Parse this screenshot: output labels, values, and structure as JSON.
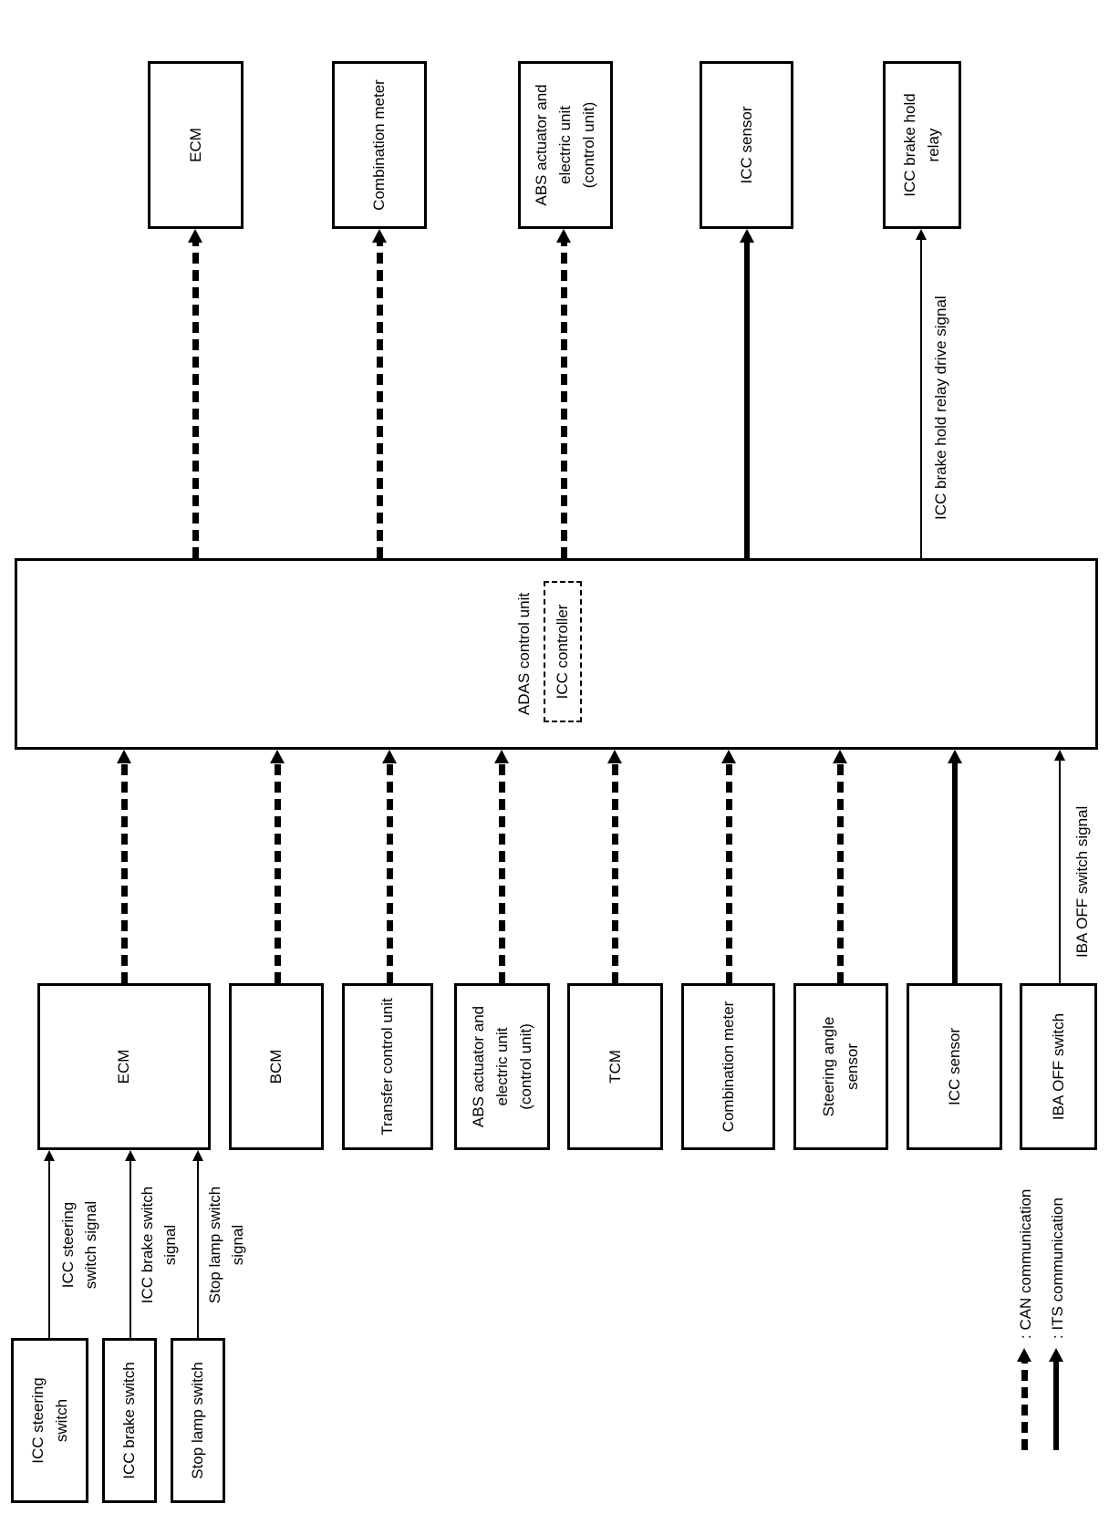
{
  "nodes": {
    "switches": [
      "ICC steering\nswitch",
      "ICC brake switch",
      "Stop lamp switch"
    ],
    "left_column": [
      "ECM",
      "BCM",
      "Transfer control unit",
      "ABS actuator and\nelectric unit\n(control unit)",
      "TCM",
      "Combination meter",
      "Steering angle\nsensor",
      "ICC sensor",
      "IBA OFF switch"
    ],
    "adas": {
      "label": "ADAS control unit",
      "controller": "ICC controller"
    },
    "right_column": [
      "ECM",
      "Combination meter",
      "ABS actuator and\nelectric unit\n(control unit)",
      "ICC sensor",
      "ICC brake hold\nrelay"
    ]
  },
  "signals": {
    "switch_signals": [
      "ICC steering\nswitch signal",
      "ICC brake switch\nsignal",
      "Stop lamp switch\nsignal"
    ],
    "iba_off": "IBA OFF switch signal",
    "brake_hold": "ICC brake hold relay drive signal"
  },
  "legend": {
    "can": ": CAN communication",
    "its": ": ITS communication"
  },
  "colors": {
    "ink": "#000000",
    "paper": "#ffffff"
  }
}
